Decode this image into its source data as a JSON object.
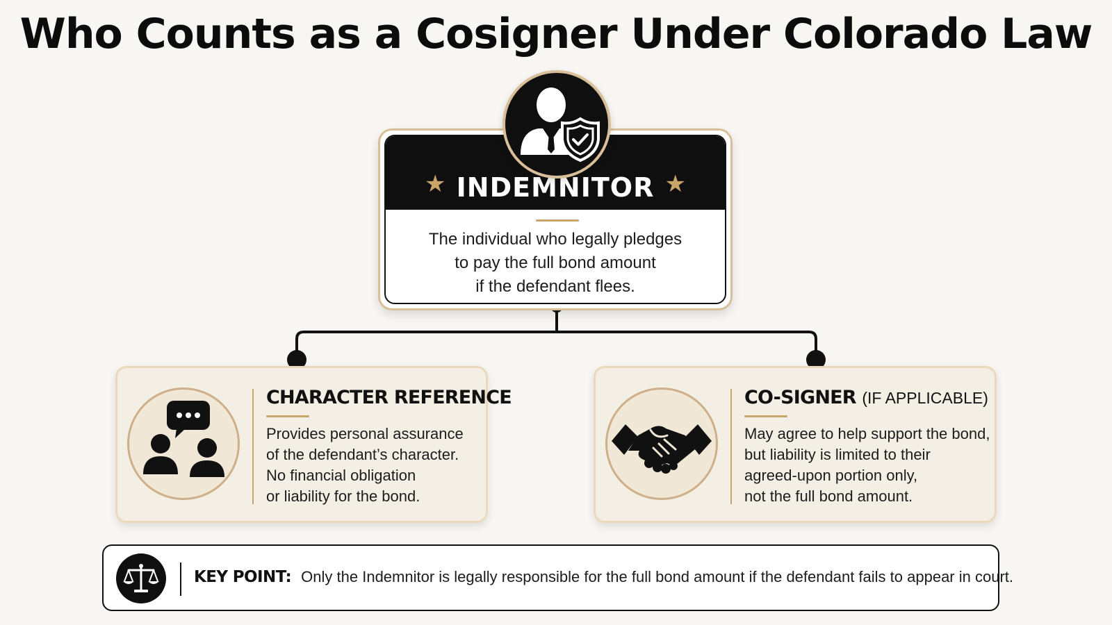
{
  "title": "Who Counts as a Cosigner Under Colorado Law",
  "indemnitor": {
    "icon": "person-shield-icon",
    "label": "INDEMNITOR",
    "star_icon": "star-icon",
    "description_lines": [
      "The individual who legally pledges",
      "to pay the full bond amount",
      "if the defendant flees."
    ]
  },
  "character_reference": {
    "icon": "people-chat-icon",
    "title": "CHARACTER REFERENCE",
    "description_lines": [
      "Provides personal assurance",
      "of the defendant’s character.",
      "No financial obligation",
      "or liability for the bond."
    ]
  },
  "co_signer": {
    "icon": "handshake-icon",
    "title": "CO-SIGNER",
    "title_note": "(IF APPLICABLE)",
    "description_lines": [
      "May agree to help support the bond,",
      "but liability is limited to their",
      "agreed-upon portion only,",
      "not the full bond amount."
    ]
  },
  "key_point": {
    "icon": "scales-icon",
    "label": "KEY POINT:",
    "text": "Only the Indemnitor is legally responsible for the full bond amount if the defendant fails to appear in court."
  },
  "colors": {
    "accent_gold": "#c9a46a",
    "dark": "#0f0f0f",
    "card_cream": "#f4efe4",
    "background": "#f7f6f3"
  }
}
